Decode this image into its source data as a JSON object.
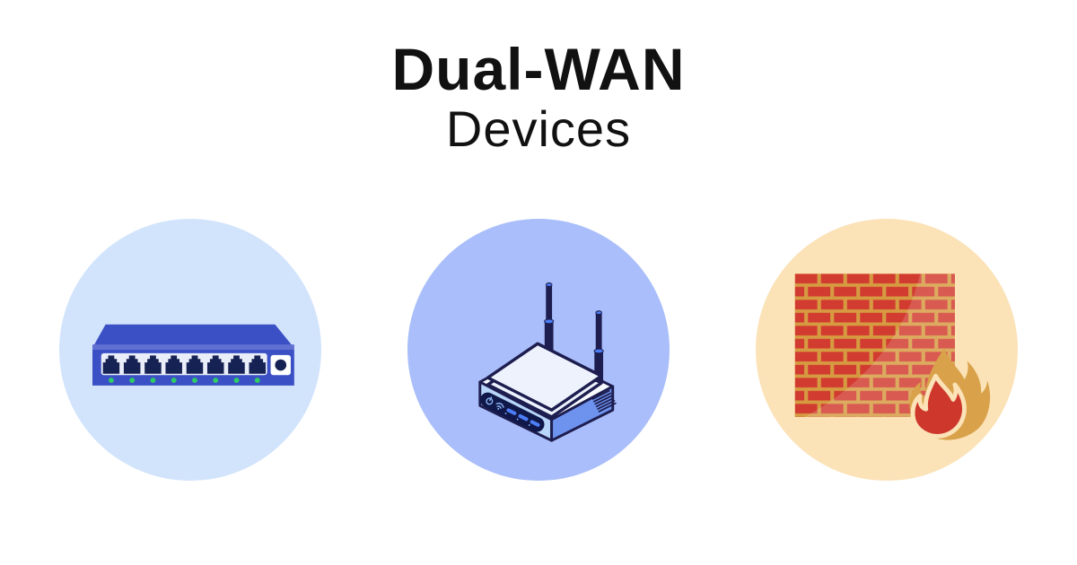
{
  "header": {
    "title": "Dual-WAN",
    "subtitle": "Devices"
  },
  "devices": [
    {
      "label": "network-switch",
      "circle_color": "#d2e4fc",
      "icon": "network-switch-icon",
      "port_count": 8,
      "led_count": 8
    },
    {
      "label": "wireless-router",
      "circle_color": "#a9befa",
      "icon": "wireless-router-icon",
      "antenna_count": 2
    },
    {
      "label": "firewall",
      "circle_color": "#fbe2b7",
      "icon": "firewall-icon"
    }
  ],
  "palette": {
    "page-bg": "#ffffff",
    "title-color": "#111111",
    "circle-switch": "#d2e4fc",
    "circle-router": "#a9befa",
    "circle-firewall": "#fbe2b7",
    "switch-blue": "#3b50c5",
    "switch-band": "#6070d2",
    "switch-navy": "#172254",
    "switch-strip": "#e9eef9",
    "switch-button": "#ffffff",
    "led-green": "#2dcc66",
    "router-navy": "#1d1d4f",
    "router-lid": "#edf2fc",
    "router-rim": "#f7fafe",
    "router-face-light": "#b7d5f8",
    "router-face-dark": "#6d93ee",
    "router-panel": "#10184a",
    "router-led": "#4d7ef7",
    "router-icon": "#8db9f7",
    "brick-red": "#d23b30",
    "mortar": "#d69b41",
    "flame-gold": "#d9a24a",
    "flame-red": "#ce372c"
  }
}
